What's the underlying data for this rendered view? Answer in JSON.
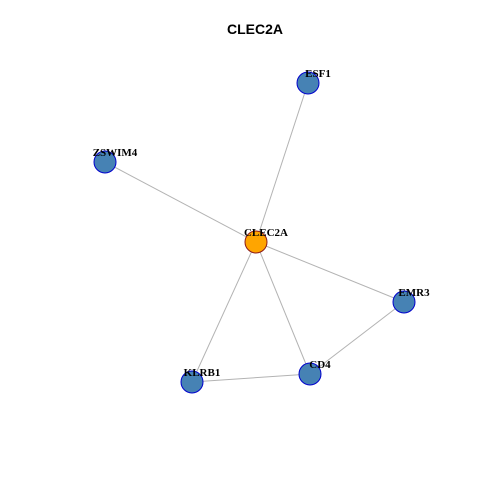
{
  "title": "CLEC2A",
  "colors": {
    "hub_fill": "#ffa500",
    "hub_stroke": "#8b1a1a",
    "node_fill": "#4682b4",
    "node_stroke": "#0000cd",
    "edge": "#b3b3b3"
  },
  "nodes": [
    {
      "id": "clec2a",
      "label": "CLEC2A",
      "hub": true
    },
    {
      "id": "esf1",
      "label": "ESF1",
      "hub": false
    },
    {
      "id": "zswim4",
      "label": "ZSWIM4",
      "hub": false
    },
    {
      "id": "emr3",
      "label": "EMR3",
      "hub": false
    },
    {
      "id": "cd4",
      "label": "CD4",
      "hub": false
    },
    {
      "id": "klrb1",
      "label": "KLRB1",
      "hub": false
    }
  ],
  "edges": [
    {
      "source": "clec2a",
      "target": "esf1"
    },
    {
      "source": "clec2a",
      "target": "zswim4"
    },
    {
      "source": "clec2a",
      "target": "emr3"
    },
    {
      "source": "clec2a",
      "target": "cd4"
    },
    {
      "source": "clec2a",
      "target": "klrb1"
    },
    {
      "source": "emr3",
      "target": "cd4"
    },
    {
      "source": "cd4",
      "target": "klrb1"
    }
  ]
}
